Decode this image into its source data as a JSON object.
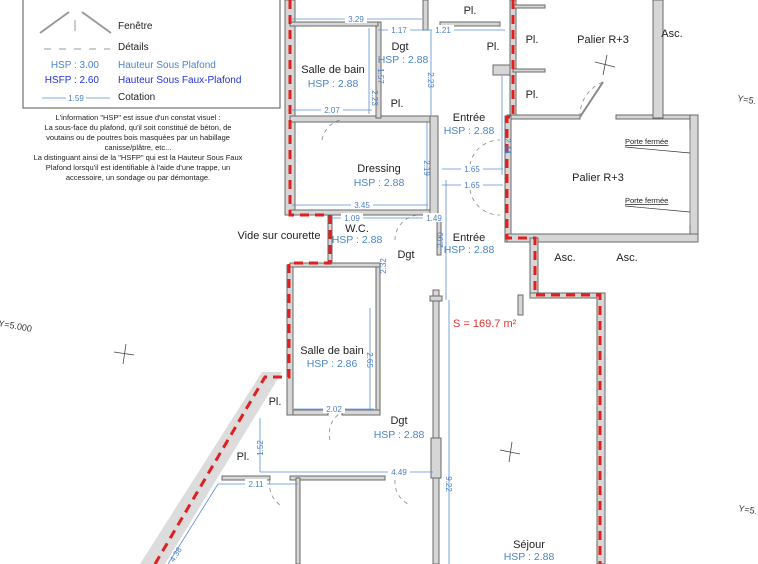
{
  "legend": {
    "window_label": "Fenêtre",
    "details_label": "Détails",
    "hsp_example": "HSP : 3.00",
    "hsp_meaning": "Hauteur Sous Plafond",
    "hsfp_example": "HSFP : 2.60",
    "hsfp_meaning": "Hauteur Sous Faux-Plafond",
    "dimension_example": "1.59",
    "dimension_label": "Cotation",
    "note_lines": [
      "L'information \"HSP\" est issue d'un constat visuel :",
      "La sous-face du plafond, qu'il soit constitué de béton, de",
      "voutains ou de poutres bois masquées par un habillage",
      "canisse/plâtre, etc...",
      "La distinguant ainsi de la \"HSFP\" qui est la Hauteur Sous Faux",
      "Plafond lorsqu'il est identifiable à l'aide d'une trappe, un",
      "accessoire, un sondage ou par démontage."
    ]
  },
  "colors": {
    "hsp": "#4a86c8",
    "hsfp": "#2233dd",
    "boundary": "#e02020",
    "wall": "#d6d6d6"
  },
  "rooms": [
    {
      "name": "Salle de bain",
      "hsp": "HSP : 2.88"
    },
    {
      "name": "Dgt",
      "hsp": "HSP : 2.88"
    },
    {
      "name": "Pl."
    },
    {
      "name": "Pl."
    },
    {
      "name": "Pl."
    },
    {
      "name": "Pl."
    },
    {
      "name": "Pl."
    },
    {
      "name": "Palier R+3"
    },
    {
      "name": "Asc."
    },
    {
      "name": "Entrée",
      "hsp": "HSP : 2.88"
    },
    {
      "name": "Dressing",
      "hsp": "HSP : 2.88"
    },
    {
      "name": "Palier R+3"
    },
    {
      "name": "W.C.",
      "hsp": "HSP : 2.88"
    },
    {
      "name": "Dgt"
    },
    {
      "name": "Entrée",
      "hsp": "HSP : 2.88"
    },
    {
      "name": "Asc."
    },
    {
      "name": "Asc."
    },
    {
      "name": "Salle de bain",
      "hsp": "HSP : 2.86"
    },
    {
      "name": "Pl."
    },
    {
      "name": "Pl."
    },
    {
      "name": "Dgt",
      "hsp": "HSP : 2.88"
    },
    {
      "name": "Séjour",
      "hsp": "HSP : 2.88"
    }
  ],
  "annotations": {
    "closed_door": "Porte fermée",
    "courtyard_void": "Vide sur courette",
    "surface": "S = 169.7 m²",
    "level_left": "Y=5.000",
    "level_right": "Y=5."
  },
  "dimensions": [
    "3.29",
    "1.17",
    "1.21",
    "1.57",
    "2.23",
    "2.23",
    "2.07",
    "2.19",
    "1.65",
    "1.65",
    "2.44",
    "3.45",
    "1.09",
    "1.49",
    "2.90",
    "2.32",
    "2.65",
    "2.02",
    "1.52",
    "4.49",
    "2.11",
    "9.22",
    "4.38"
  ]
}
